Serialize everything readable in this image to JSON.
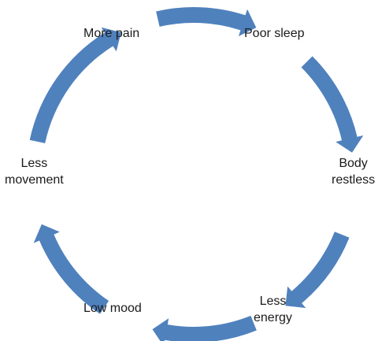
{
  "diagram": {
    "arrow_color": "#4F81BD",
    "nodes": {
      "more_pain": "More pain",
      "poor_sleep": "Poor sleep",
      "body_restless": "Body\nrestless",
      "less_energy": "Less\nenergy",
      "low_mood": "Low mood",
      "less_movement": "Less\nmovement"
    }
  }
}
